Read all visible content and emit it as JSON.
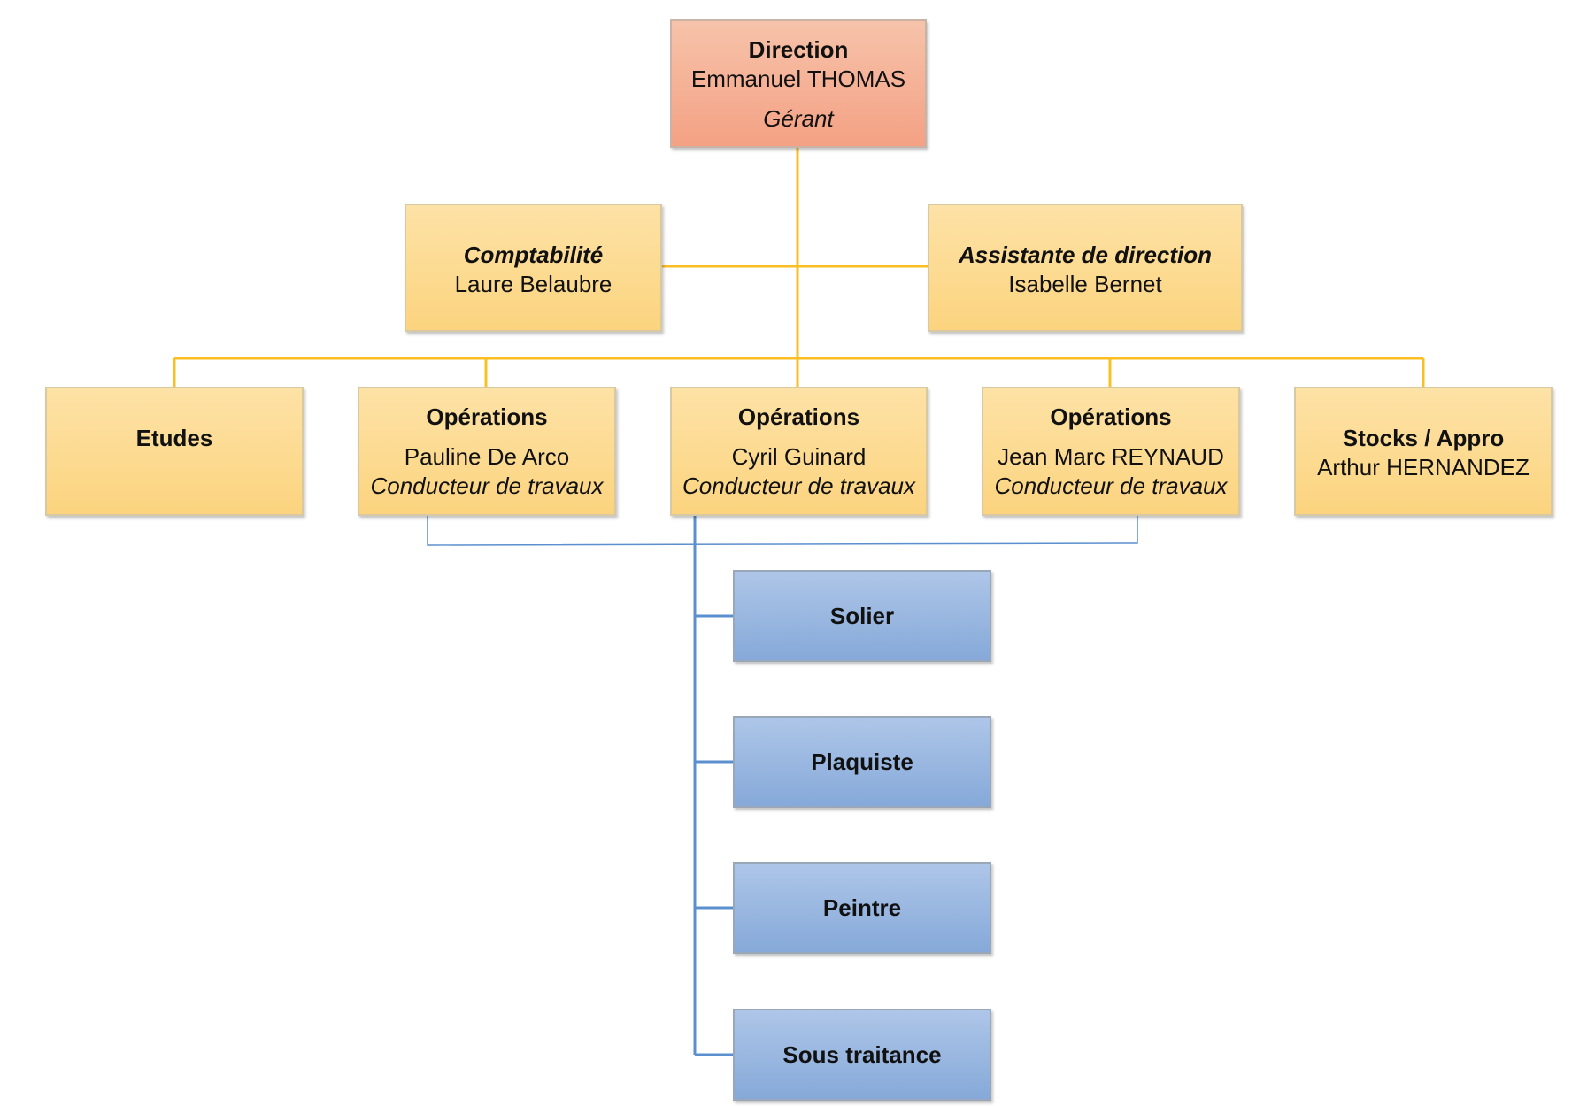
{
  "colors": {
    "yellow_connector": "#fbbf24",
    "blue_connector": "#5b8fcf",
    "direction_fill": "#f4a184",
    "unit_fill": "#fcd47f",
    "trade_fill": "#86a9d9"
  },
  "direction": {
    "title": "Direction",
    "name": "Emmanuel THOMAS",
    "role": "Gérant"
  },
  "comptabilite": {
    "title": "Comptabilité",
    "name": "Laure Belaubre"
  },
  "assistante": {
    "title": "Assistante de direction",
    "name": "Isabelle Bernet"
  },
  "etudes": {
    "title": "Etudes"
  },
  "operations": [
    {
      "title": "Opérations",
      "name": "Pauline De Arco",
      "role": "Conducteur de travaux"
    },
    {
      "title": "Opérations",
      "name": "Cyril Guinard",
      "role": "Conducteur de travaux"
    },
    {
      "title": "Opérations",
      "name": "Jean Marc REYNAUD",
      "role": "Conducteur de travaux"
    }
  ],
  "stocks": {
    "title": "Stocks / Appro",
    "name": "Arthur HERNANDEZ"
  },
  "trades": [
    {
      "label": "Solier"
    },
    {
      "label": "Plaquiste"
    },
    {
      "label": "Peintre"
    },
    {
      "label": "Sous traitance"
    }
  ]
}
